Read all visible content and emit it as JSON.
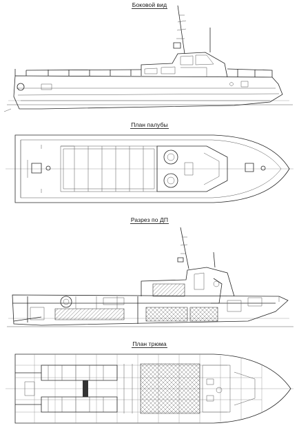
{
  "views": {
    "side": {
      "title": "Боковой вид"
    },
    "deck": {
      "title": "План палубы"
    },
    "section": {
      "title": "Разрез по ДП"
    },
    "hold": {
      "title": "План трюма"
    }
  },
  "colors": {
    "ink": "#222222",
    "paper": "#ffffff"
  }
}
